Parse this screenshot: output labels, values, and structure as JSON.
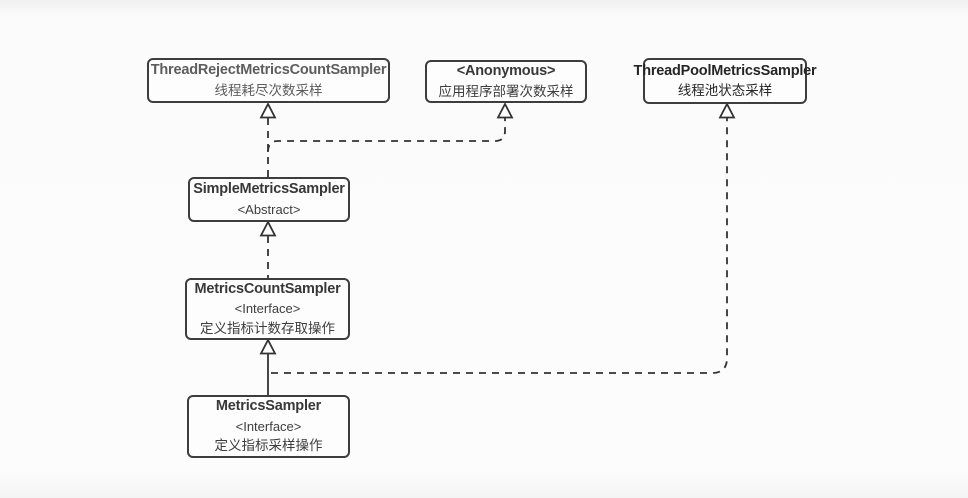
{
  "diagram": {
    "type": "uml-class-diagram",
    "nodes": {
      "thread_reject": {
        "title": "ThreadRejectMetricsCountSampler",
        "note": "线程耗尽次数采样"
      },
      "anonymous": {
        "title": "<Anonymous>",
        "note": "应用程序部署次数采样"
      },
      "thread_pool": {
        "title": "ThreadPoolMetricsSampler",
        "note": "线程池状态采样"
      },
      "simple": {
        "title": "SimpleMetricsSampler",
        "stereotype": "<Abstract>"
      },
      "metrics_count": {
        "title": "MetricsCountSampler",
        "stereotype": "<Interface>",
        "note": "定义指标计数存取操作"
      },
      "metrics_sampler": {
        "title": "MetricsSampler",
        "stereotype": "<Interface>",
        "note": "定义指标采样操作"
      }
    },
    "edges": [
      {
        "from": "SimpleMetricsSampler",
        "to": "ThreadRejectMetricsCountSampler",
        "line": "dashed",
        "arrowhead": "hollow-triangle"
      },
      {
        "from": "SimpleMetricsSampler",
        "to": "<Anonymous>",
        "line": "dashed",
        "arrowhead": "hollow-triangle"
      },
      {
        "from": "MetricsCountSampler",
        "to": "SimpleMetricsSampler",
        "line": "dashed",
        "arrowhead": "hollow-triangle"
      },
      {
        "from": "MetricsSampler",
        "to": "MetricsCountSampler",
        "line": "solid",
        "arrowhead": "hollow-triangle"
      },
      {
        "from": "MetricsSampler",
        "to": "ThreadPoolMetricsSampler",
        "line": "dashed",
        "arrowhead": "hollow-triangle"
      }
    ],
    "colors": {
      "edge": "#333333",
      "node_border": "#3d3d3d",
      "node_fill": "#fdfdfd",
      "background": "#fbfbfb",
      "text": "#383838",
      "muted_text": "#5d5d5d"
    }
  }
}
